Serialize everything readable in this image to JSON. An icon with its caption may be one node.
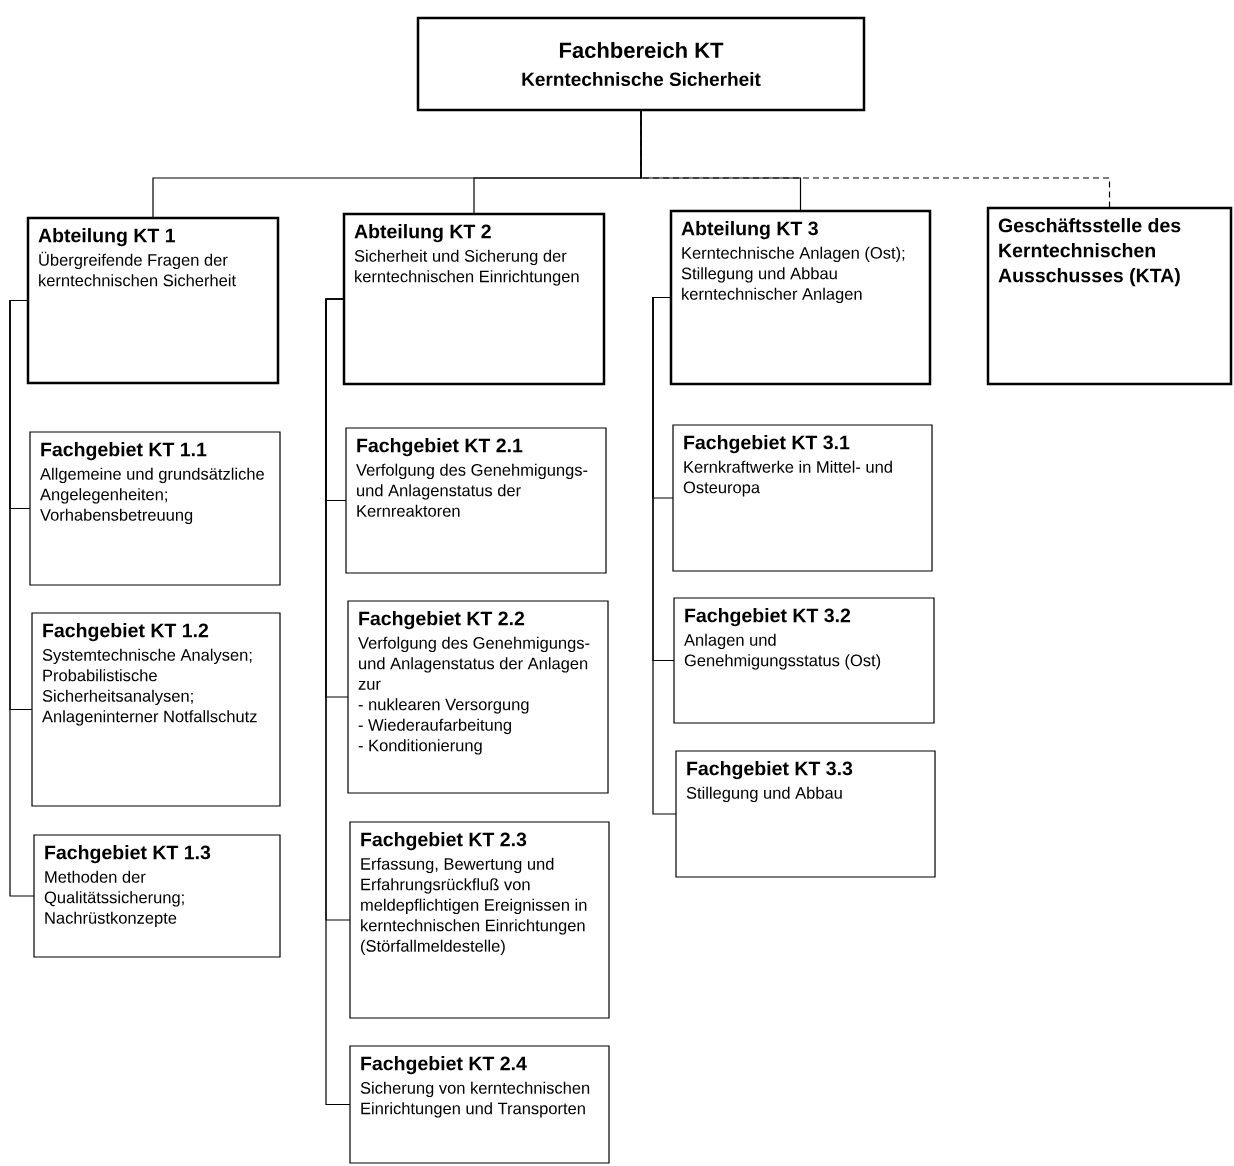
{
  "diagram": {
    "nodes": [
      {
        "text": [
          "Fachbereich KT",
          "Kerntechnische Sicherheit"
        ]
      },
      {
        "text": [
          "Abteilung KT 1",
          "Übergreifende Fragen der kerntechnischen Sicherheit"
        ]
      },
      {
        "text": [
          "Fachgebiet KT 1.1",
          "Allgemeine und grundsätzliche Angelegenheiten; Vorhabensbetreuung"
        ]
      },
      {
        "text": [
          "Fachgebiet KT 1.2",
          "Systemtechnische Analysen; Probabilistische Sicherheitsanalysen; Anlageninterner Notfallschutz"
        ]
      },
      {
        "text": [
          "Fachgebiet KT 1.3",
          "Methoden der Qualitätssicherung; Nachrüstkonzepte"
        ]
      },
      {
        "text": [
          "Abteilung KT 2",
          "Sicherheit und Sicherung der kerntechnischen Einrichtungen"
        ]
      },
      {
        "text": [
          "Fachgebiet KT 2.1",
          "Verfolgung des Genehmigungs- und Anlagenstatus der Kernreaktoren"
        ]
      },
      {
        "text": [
          "Fachgebiet KT 2.2",
          "Verfolgung des Genehmigungs- und Anlagenstatus der Anlagen zur",
          "- nuklearen Versorgung",
          "- Wiederaufarbeitung",
          "- Konditionierung"
        ]
      },
      {
        "text": [
          "Fachgebiet KT 2.3",
          "Erfassung, Bewertung und Erfahrungsrückfluß von meldepflichtigen Ereignissen in kerntechnischen Einrichtungen (Störfallmeldestelle)"
        ]
      },
      {
        "text": [
          "Fachgebiet KT 2.4",
          "Sicherung von kerntechnischen Einrichtungen und Transporten"
        ]
      },
      {
        "text": [
          "Abteilung KT 3",
          "Kerntechnische Anlagen (Ost); Stillegung und Abbau kerntechnischer Anlagen"
        ]
      },
      {
        "text": [
          "Fachgebiet KT 3.1",
          "Kernkraftwerke in Mittel- und Osteuropa"
        ]
      },
      {
        "text": [
          "Fachgebiet KT 3.2",
          "Anlagen und Genehmigungsstatus (Ost)"
        ]
      },
      {
        "text": [
          "Fachgebiet KT 3.3",
          "Stillegung und Abbau"
        ]
      },
      {
        "text": [
          "Geschäftsstelle des Kerntechnischen Ausschusses (KTA)"
        ]
      }
    ],
    "edges": [
      {
        "from": 0,
        "to": 1,
        "arrow": "none"
      },
      {
        "from": 0,
        "to": 5,
        "arrow": "none"
      },
      {
        "from": 0,
        "to": 10,
        "arrow": "none"
      },
      {
        "from": 0,
        "to": 14,
        "arrow": "none",
        "style": "dashed"
      },
      {
        "from": 1,
        "to": 2,
        "arrow": "none"
      },
      {
        "from": 1,
        "to": 3,
        "arrow": "none"
      },
      {
        "from": 1,
        "to": 4,
        "arrow": "none"
      },
      {
        "from": 5,
        "to": 6,
        "arrow": "none"
      },
      {
        "from": 5,
        "to": 7,
        "arrow": "none"
      },
      {
        "from": 5,
        "to": 8,
        "arrow": "none"
      },
      {
        "from": 5,
        "to": 9,
        "arrow": "none"
      },
      {
        "from": 10,
        "to": 11,
        "arrow": "none"
      },
      {
        "from": 10,
        "to": 12,
        "arrow": "none"
      },
      {
        "from": 10,
        "to": 13,
        "arrow": "none"
      }
    ]
  }
}
